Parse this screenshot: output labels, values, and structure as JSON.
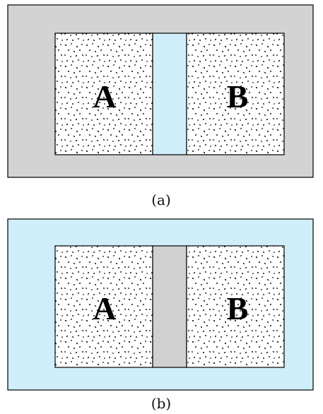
{
  "panels": [
    {
      "caption": "(a)",
      "outer_color": "#d3d3d3",
      "wall_color": "#cfeefa",
      "left_label": "A",
      "right_label": "B"
    },
    {
      "caption": "(b)",
      "outer_color": "#cfeefa",
      "wall_color": "#d0d0d0",
      "left_label": "A",
      "right_label": "B"
    }
  ]
}
